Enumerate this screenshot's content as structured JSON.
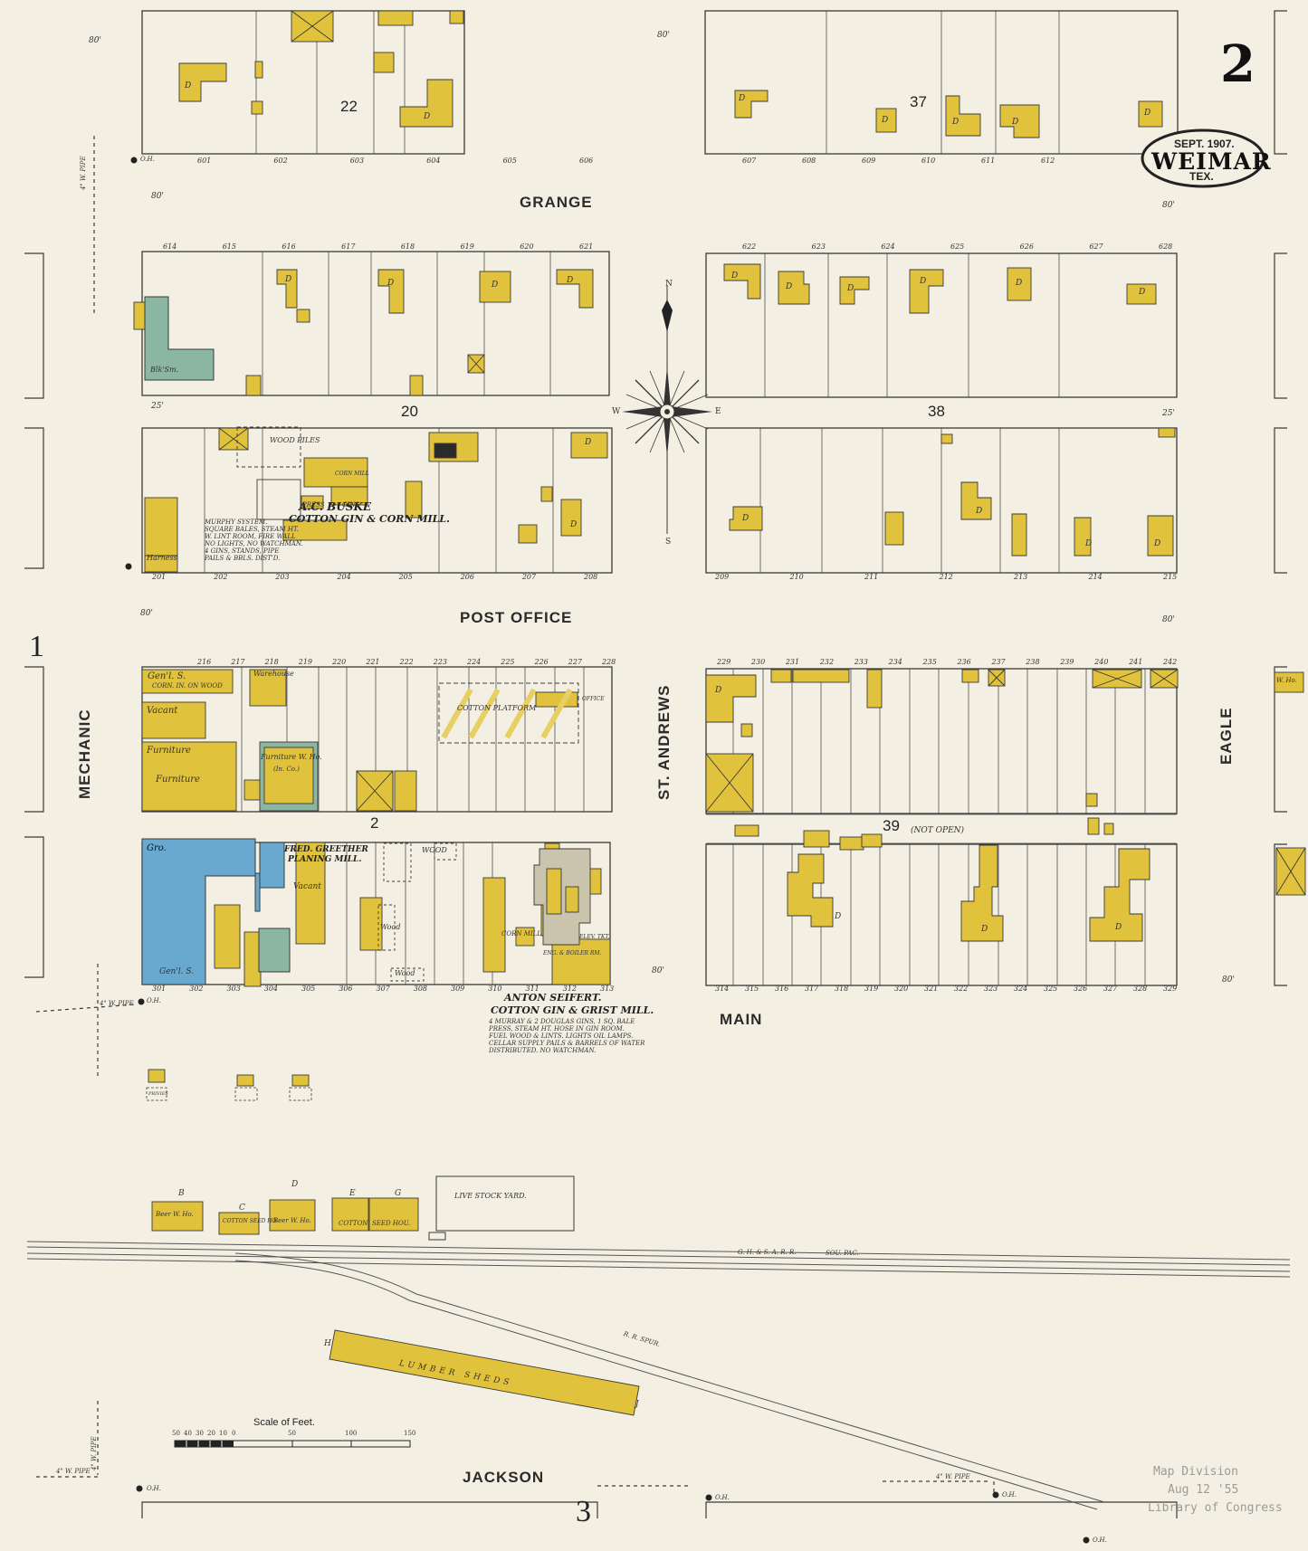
{
  "sheet": {
    "number": "2",
    "margin_marks": {
      "left": "1",
      "bottom": "3"
    }
  },
  "title_cartouche": {
    "date": "SEPT. 1907.",
    "town": "WEIMAR",
    "state": "TEX."
  },
  "streets": {
    "grange": "GRANGE",
    "post_office": "POST OFFICE",
    "main": "MAIN",
    "jackson": "JACKSON",
    "mechanic": "MECHANIC",
    "st_andrews": "ST. ANDREWS",
    "eagle": "EAGLE"
  },
  "street_widths": [
    "80'",
    "80'",
    "80'",
    "80'",
    "25'",
    "25'",
    "80'",
    "80'",
    "80'",
    "80'"
  ],
  "blocks": [
    "22",
    "37",
    "20",
    "38",
    "2",
    "39"
  ],
  "block_39_note": "(NOT OPEN)",
  "compass": {
    "n": "N",
    "s": "S",
    "e": "E",
    "w": "W"
  },
  "businesses": {
    "busch": {
      "name": "A.C. BUSKE",
      "desc": "COTTON GIN & CORN MILL."
    },
    "busch_notes": [
      "MURPHY SYSTEM.",
      "SQUARE BALES, STEAM HT.",
      "W. LINT ROOM, FIRE WALL",
      "NO LIGHTS, NO WATCHMAN.",
      "4 GINS, STANDS, PIPE",
      "PAILS & BBLS. DIST'D."
    ],
    "seifert": {
      "name": "ANTON SEIFERT.",
      "desc": "COTTON GIN & GRIST MILL."
    },
    "seifert_notes": [
      "4 MURRAY & 2 DOUGLAS GINS, 1 SQ. BALE",
      "PRESS, STEAM HT. HOSE IN GIN ROOM.",
      "FUEL WOOD & LINTS. LIGHTS OIL LAMPS.",
      "CELLAR SUPPLY PAILS & BARRELS OF WATER",
      "DISTRIBUTED. NO WATCHMAN."
    ],
    "greether": {
      "name": "FRED. GREETHER",
      "desc": "PLANING MILL."
    }
  },
  "building_labels": {
    "genl_s_1": "Gen'l. S.",
    "corn_in_wood": "CORN. IN. ON WOOD",
    "vacant_1": "Vacant",
    "furniture_1": "Furniture",
    "furniture_2": "Furniture",
    "warehouse": "Warehouse",
    "furniture_wh": "Furniture W. Ho.",
    "furniture_wh_sub": "(In. Co.)",
    "cotton_platform": "COTTON PLATFORM",
    "office": "OFFICE",
    "gro": "Gro.",
    "genl_s_2": "Gen'l. S.",
    "vacant_2": "Vacant",
    "wood_1": "WOOD",
    "wood_2": "Wood",
    "wood_3": "Wood",
    "corn_mill": "CORN MILL",
    "wood_piles": "WOOD PILES",
    "harness": "Harness",
    "blksm": "Blk'Sm.",
    "press": "PRESS",
    "gins": "GINS",
    "corn_mill_b": "CORN MILL",
    "engine_rm": "ENG. & BOILER RM.",
    "live_stock_yard": "LIVE STOCK YARD.",
    "beer_wh_1": "Beer W. Ho.",
    "cotton_seed_ho": "COTTON SEED HO.",
    "beer_wh_2": "Beer W. Ho.",
    "cotton": "COTTON",
    "seed_ho": "SEED HOU.",
    "lumber_sheds": "LUMBER SHEDS",
    "privies": "PRIVIES",
    "d": "D",
    "elev_tkt": "ELEV. TKT.",
    "w_ho": "W. Ho."
  },
  "railroad": {
    "main_line": "G. H. & S. A. R. R.",
    "sou_pac": "SOU. PAC.",
    "spur": "R. R. SPUR."
  },
  "shed_letters": [
    "B",
    "C",
    "D",
    "E",
    "G",
    "H",
    "J"
  ],
  "pipes": [
    "4\" W. PIPE",
    "4\" W. PIPE",
    "4\" W. PIPE",
    "4\" W. PIPE",
    "4\" W. PIPE"
  ],
  "hydrant_label": "O.H.",
  "scale": {
    "title": "Scale of Feet.",
    "ticks": [
      "50",
      "40",
      "30",
      "20",
      "10",
      "0",
      "50",
      "100",
      "150"
    ]
  },
  "library_stamp": [
    "Map Division",
    "Aug 12 '55",
    "Library of Congress"
  ],
  "addresses": {
    "row_a": [
      "601",
      "602",
      "603",
      "604",
      "605",
      "606",
      "607",
      "608",
      "609",
      "610",
      "611",
      "612"
    ],
    "row_b": [
      "614",
      "615",
      "616",
      "617",
      "618",
      "619",
      "620",
      "621",
      "622",
      "623",
      "624",
      "625",
      "626",
      "627",
      "628"
    ],
    "row_c": [
      "201",
      "202",
      "203",
      "204",
      "205",
      "206",
      "207",
      "208",
      "209",
      "210",
      "211",
      "212",
      "213",
      "214",
      "215"
    ],
    "row_d": [
      "216",
      "217",
      "218",
      "219",
      "220",
      "221",
      "222",
      "223",
      "224",
      "225",
      "226",
      "227",
      "228",
      "229",
      "230",
      "231",
      "232",
      "233",
      "234",
      "235",
      "236",
      "237",
      "238",
      "239",
      "240",
      "241",
      "242"
    ],
    "row_e": [
      "301",
      "302",
      "303",
      "304",
      "305",
      "306",
      "307",
      "308",
      "309",
      "310",
      "311",
      "312",
      "313",
      "314",
      "315",
      "316",
      "317",
      "318",
      "319",
      "320",
      "321",
      "322",
      "323",
      "324",
      "325",
      "326",
      "327",
      "328",
      "329"
    ]
  },
  "colors": {
    "paper": "#f3f0e3",
    "frame": "#e1c23c",
    "brick": "#6aa9cf",
    "stone": "#8bb7a2",
    "ink": "#3a3a3a"
  }
}
